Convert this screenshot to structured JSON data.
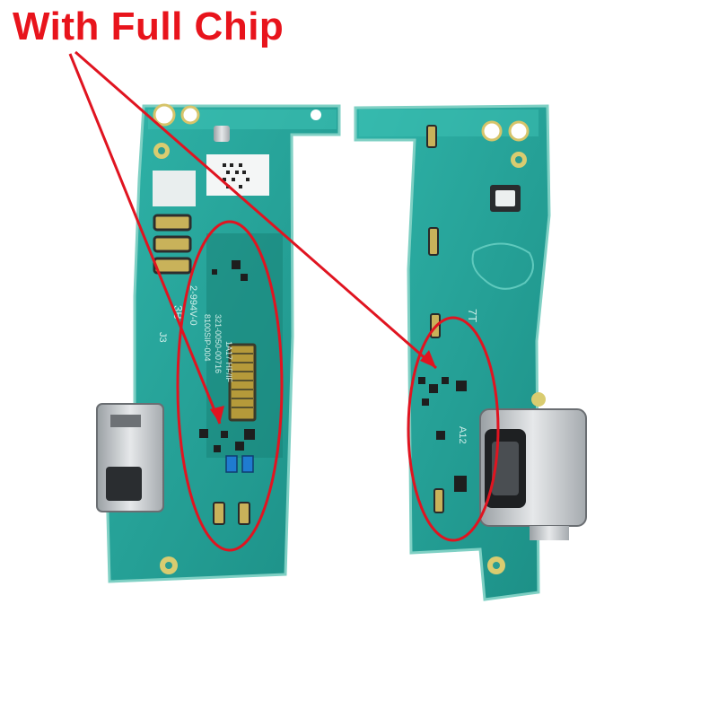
{
  "caption": {
    "text": "With Full Chip",
    "color": "#e8141c"
  },
  "board_left": {
    "silkscreen": [
      "3B",
      "2-994V-0",
      "8100SIP-004",
      "321-0050-00716",
      "J3",
      "1A17 HF/IF"
    ]
  },
  "board_right": {
    "silkscreen": [
      "7T",
      "A12"
    ]
  },
  "colors": {
    "pcb": "#25a39a",
    "pcb_dark": "#16786f",
    "pcb_edge": "#8fd6c9",
    "gold": "#c9b25a",
    "metal": "#c7cacc",
    "annotation": "#e01420"
  }
}
